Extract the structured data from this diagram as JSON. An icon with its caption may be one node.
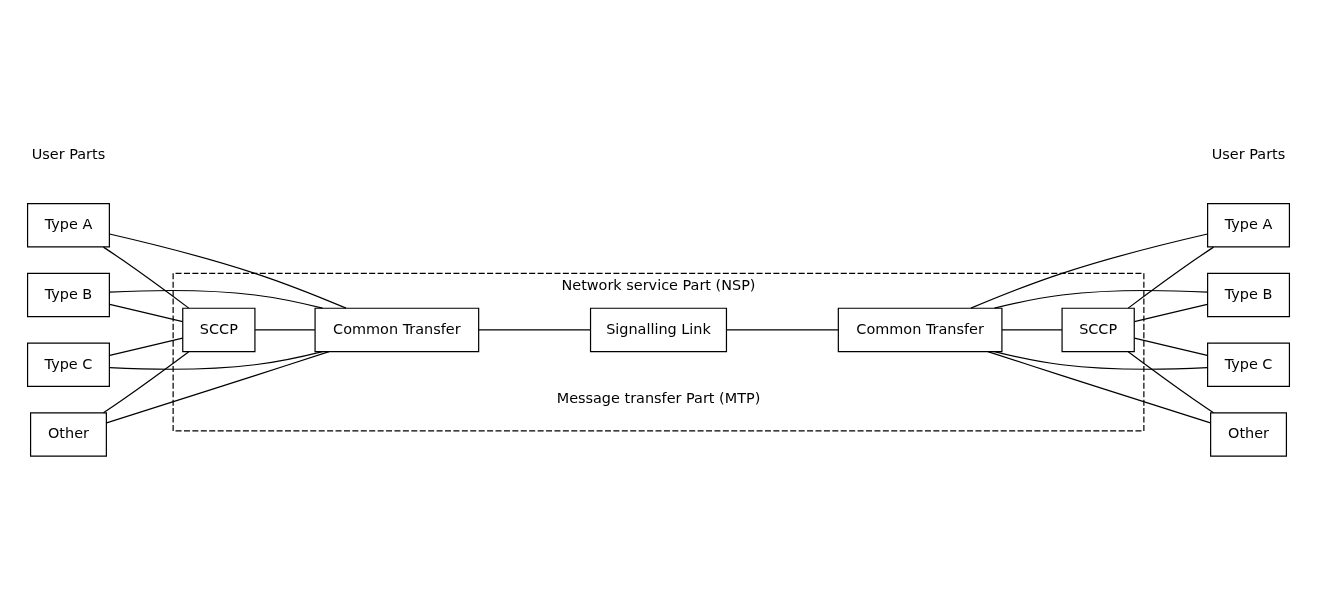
{
  "diagram": {
    "nodes": [
      {
        "text": [
          "Network service Part (NSP)"
        ]
      },
      {
        "text": [
          "SCCP"
        ],
        "in": 0
      },
      {
        "text": [
          "SCCP"
        ],
        "in": 0
      },
      {
        "text": [
          "Common Transfer"
        ],
        "in": 0
      },
      {
        "text": [
          "Signalling Link"
        ],
        "in": 0
      },
      {
        "text": [
          "Common Transfer"
        ],
        "in": 0
      },
      {
        "text": [
          "Type A"
        ]
      },
      {
        "text": [
          "Type B"
        ]
      },
      {
        "text": [
          "Type C"
        ]
      },
      {
        "text": [
          "Other"
        ]
      },
      {
        "text": [
          "Type A"
        ]
      },
      {
        "text": [
          "Type B"
        ]
      },
      {
        "text": [
          "Type C"
        ]
      },
      {
        "text": [
          "Other"
        ]
      }
    ],
    "edges": [
      {
        "from": 6,
        "to": 1,
        "arrow": "none"
      },
      {
        "from": 6,
        "to": 3,
        "arrow": "none"
      },
      {
        "from": 7,
        "to": 1,
        "arrow": "none"
      },
      {
        "from": 7,
        "to": 3,
        "arrow": "none"
      },
      {
        "from": 8,
        "to": 1,
        "arrow": "none"
      },
      {
        "from": 8,
        "to": 3,
        "arrow": "none"
      },
      {
        "from": 9,
        "to": 1,
        "arrow": "none"
      },
      {
        "from": 9,
        "to": 3,
        "arrow": "none"
      },
      {
        "from": 1,
        "to": 3,
        "arrow": "none"
      },
      {
        "from": 3,
        "to": 4,
        "arrow": "none"
      },
      {
        "from": 4,
        "to": 5,
        "arrow": "none"
      },
      {
        "from": 5,
        "to": 2,
        "arrow": "none"
      },
      {
        "from": 2,
        "to": 10,
        "arrow": "none"
      },
      {
        "from": 5,
        "to": 10,
        "arrow": "none"
      },
      {
        "from": 2,
        "to": 11,
        "arrow": "none"
      },
      {
        "from": 5,
        "to": 11,
        "arrow": "none"
      },
      {
        "from": 2,
        "to": 12,
        "arrow": "none"
      },
      {
        "from": 5,
        "to": 12,
        "arrow": "none"
      },
      {
        "from": 2,
        "to": 13,
        "arrow": "none"
      },
      {
        "from": 5,
        "to": 13,
        "arrow": "none"
      }
    ],
    "labels": [
      "User Parts",
      "User Parts",
      "Message transfer Part (MTP)"
    ]
  }
}
